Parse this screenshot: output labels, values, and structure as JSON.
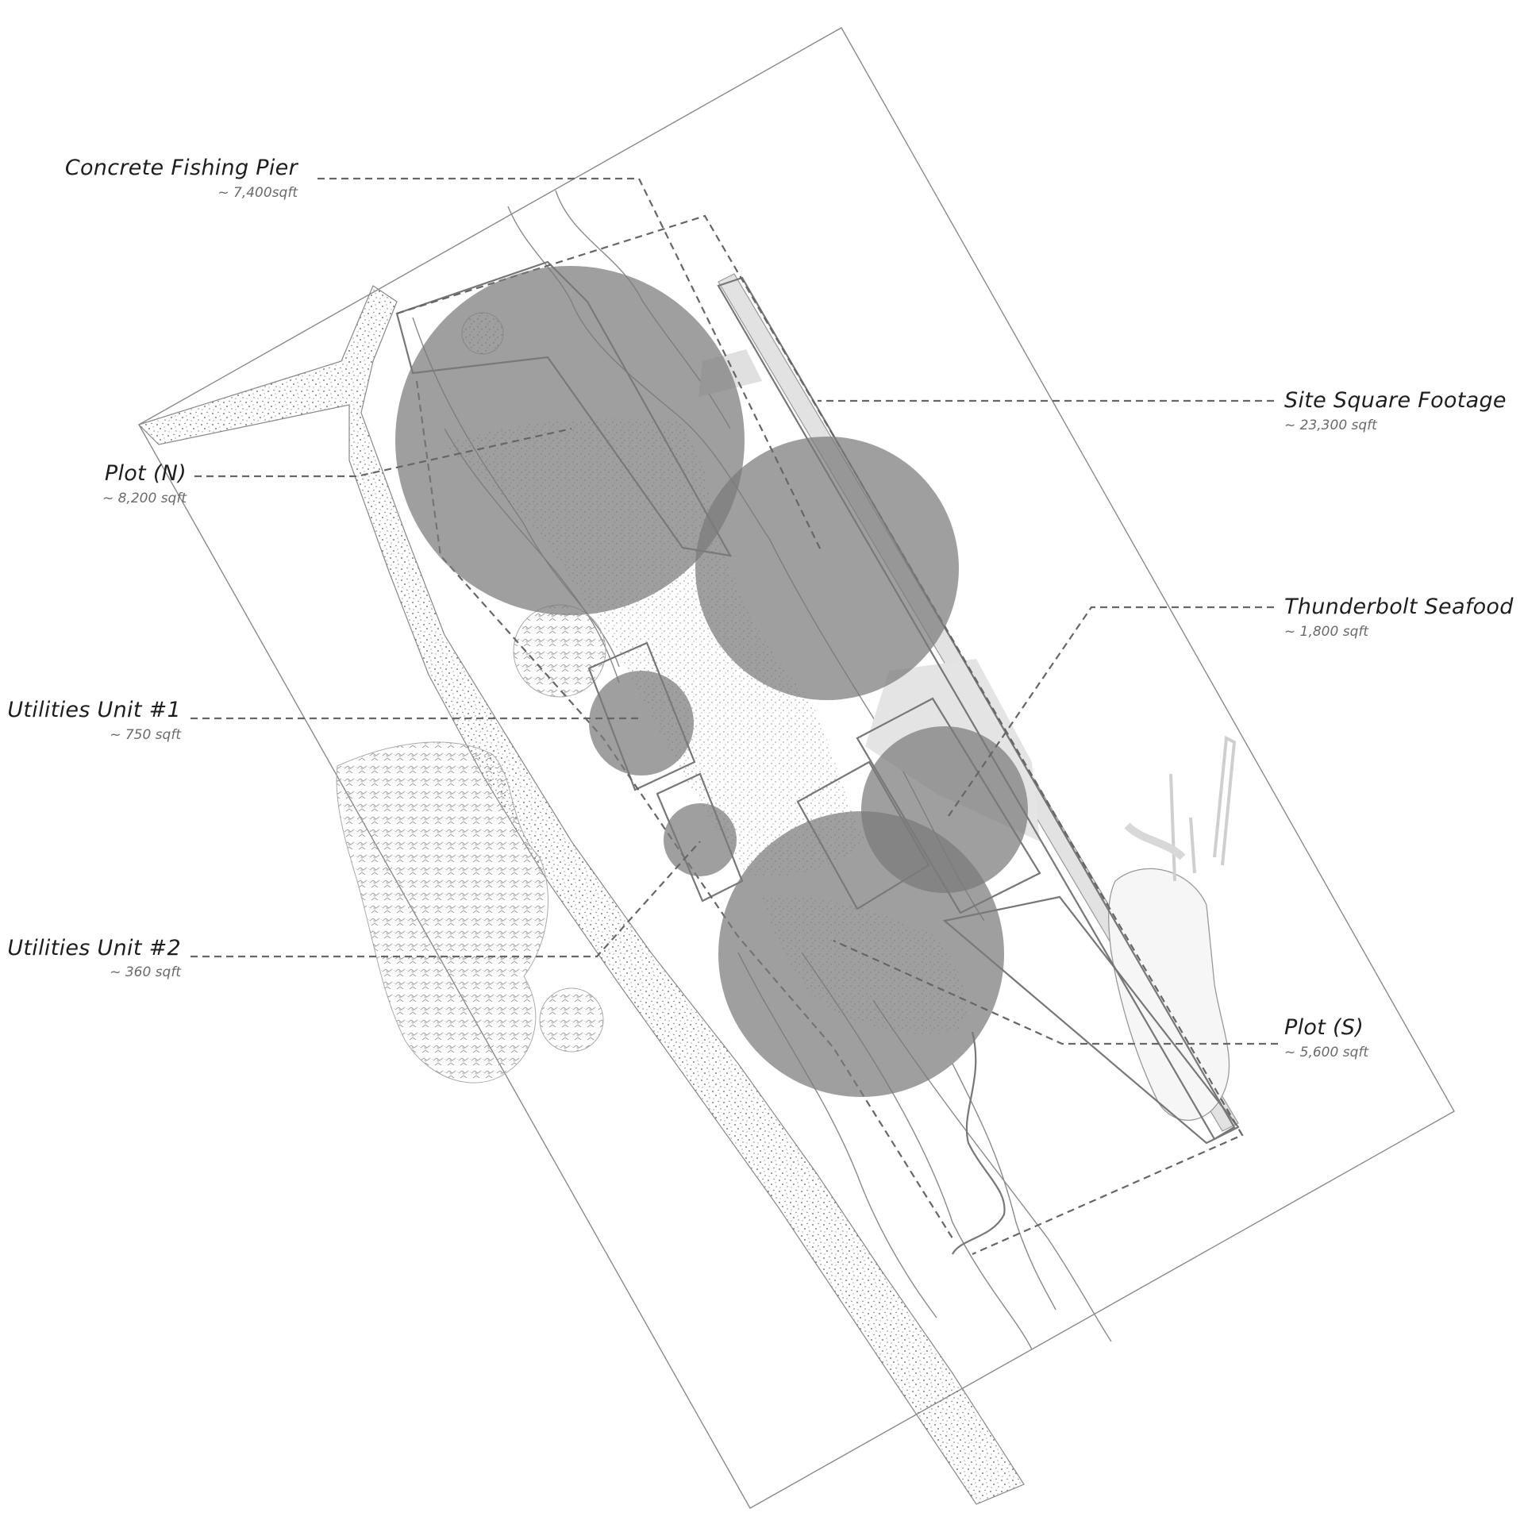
{
  "colors": {
    "bubble": "#7a7a7a",
    "linework": "#888888",
    "leader": "#666666",
    "text": "#1e1e1e",
    "subtext": "#6a6a6a"
  },
  "labels": {
    "concrete_fishing_pier": {
      "title": "Concrete Fishing Pier",
      "area": "~ 7,400sqft"
    },
    "plot_n": {
      "title": "Plot (N)",
      "area": "~ 8,200 sqft"
    },
    "utilities_unit_1": {
      "title": "Utilities Unit #1",
      "area": "~ 750 sqft"
    },
    "utilities_unit_2": {
      "title": "Utilities Unit #2",
      "area": "~ 360 sqft"
    },
    "site_square_footage": {
      "title": "Site Square Footage",
      "area": "~ 23,300 sqft"
    },
    "thunderbolt_seafood": {
      "title": "Thunderbolt Seafood",
      "area": "~ 1,800 sqft"
    },
    "plot_s": {
      "title": "Plot (S)",
      "area": "~ 5,600 sqft"
    }
  },
  "relative_areas_sqft": {
    "concrete_fishing_pier": 7400,
    "plot_n": 8200,
    "utilities_unit_1": 750,
    "utilities_unit_2": 360,
    "site_square_footage": 23300,
    "thunderbolt_seafood": 1800,
    "plot_s": 5600
  }
}
